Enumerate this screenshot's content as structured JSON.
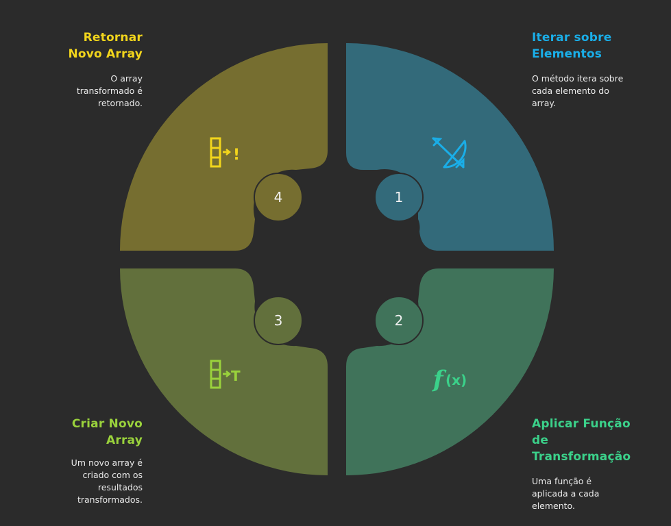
{
  "steps": [
    {
      "number": "1",
      "title": "Iterar sobre Elementos",
      "title_lines": [
        "Iterar sobre",
        "Elementos"
      ],
      "description_lines": [
        "O método itera sobre",
        "cada elemento do",
        "array."
      ],
      "icon": "bow-arrow-icon",
      "color": "#336a7a",
      "accent": "#1aaee8"
    },
    {
      "number": "2",
      "title": "Aplicar Função de Transformação",
      "title_lines": [
        "Aplicar Função",
        "de",
        "Transformação"
      ],
      "description_lines": [
        "Uma função é",
        "aplicada a cada",
        "elemento."
      ],
      "icon": "function-icon",
      "color": "#40735a",
      "accent": "#3bd18a"
    },
    {
      "number": "3",
      "title": "Criar Novo Array",
      "title_lines": [
        "Criar Novo",
        "Array"
      ],
      "description_lines": [
        "Um novo array é",
        "criado com os",
        "resultados",
        "transformados."
      ],
      "icon": "array-to-transform-icon",
      "color": "#62703c",
      "accent": "#9ad23c"
    },
    {
      "number": "4",
      "title": "Retornar Novo Array",
      "title_lines": [
        "Retornar",
        "Novo Array"
      ],
      "description_lines": [
        "O array",
        "transformado é",
        "retornado."
      ],
      "icon": "array-return-icon",
      "color": "#766e30",
      "accent": "#f2d51c"
    }
  ]
}
